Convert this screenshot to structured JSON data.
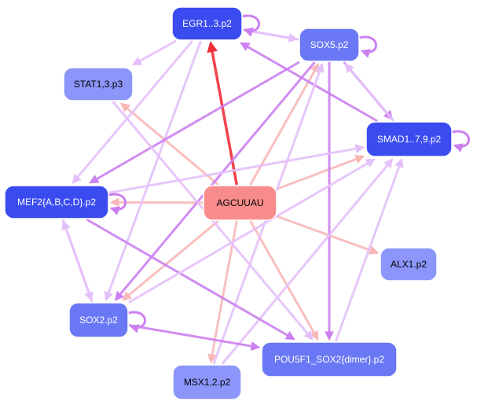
{
  "colors": {
    "center_fill": "#f88c8c",
    "dark_fill": "#3a4cf0",
    "mid_fill": "#6a78f5",
    "light_fill": "#8c96fa",
    "border": "#ffffff",
    "edge_red_strong": "#f03038",
    "edge_red_light": "#f8b8b8",
    "edge_purple": "#cc80f0",
    "edge_purple_light": "#e4c0fa"
  },
  "nodes": [
    {
      "id": "center",
      "label": "AGCUUAU",
      "fill": "center_fill",
      "text": "#000000"
    },
    {
      "id": "egr1",
      "label": "EGR1..3.p2",
      "fill": "dark_fill",
      "text": "#ffffff"
    },
    {
      "id": "sox5",
      "label": "SOX5.p2",
      "fill": "mid_fill",
      "text": "#ffffff"
    },
    {
      "id": "stat1",
      "label": "STAT1,3.p3",
      "fill": "light_fill",
      "text": "#000000"
    },
    {
      "id": "smad",
      "label": "SMAD1..7,9.p2",
      "fill": "dark_fill",
      "text": "#ffffff"
    },
    {
      "id": "mef2",
      "label": "MEF2{A,B,C,D}.p2",
      "fill": "dark_fill",
      "text": "#ffffff"
    },
    {
      "id": "alx1",
      "label": "ALX1.p2",
      "fill": "light_fill",
      "text": "#000000"
    },
    {
      "id": "sox2",
      "label": "SOX2.p2",
      "fill": "mid_fill",
      "text": "#ffffff"
    },
    {
      "id": "pou5f1",
      "label": "POU5F1_SOX2{dimer}.p2",
      "fill": "mid_fill",
      "text": "#ffffff"
    },
    {
      "id": "msx1",
      "label": "MSX1,2.p2",
      "fill": "light_fill",
      "text": "#000000"
    }
  ],
  "edges": [
    {
      "from": "center",
      "to": "egr1",
      "style": "red_strong"
    },
    {
      "from": "center",
      "to": "stat1",
      "style": "red_light"
    },
    {
      "from": "center",
      "to": "sox5",
      "style": "red_light"
    },
    {
      "from": "center",
      "to": "smad",
      "style": "red_light"
    },
    {
      "from": "center",
      "to": "mef2",
      "style": "red_light"
    },
    {
      "from": "center",
      "to": "alx1",
      "style": "red_light"
    },
    {
      "from": "center",
      "to": "sox2",
      "style": "red_light"
    },
    {
      "from": "center",
      "to": "pou5f1",
      "style": "red_light"
    },
    {
      "from": "center",
      "to": "msx1",
      "style": "red_light"
    },
    {
      "from": "egr1",
      "to": "sox5",
      "style": "purple_light"
    },
    {
      "from": "sox5",
      "to": "egr1",
      "style": "purple_light"
    },
    {
      "from": "egr1",
      "to": "stat1",
      "style": "purple_light"
    },
    {
      "from": "egr1",
      "to": "mef2",
      "style": "purple_light"
    },
    {
      "from": "egr1",
      "to": "sox2",
      "style": "purple_light"
    },
    {
      "from": "smad",
      "to": "egr1",
      "style": "purple"
    },
    {
      "from": "sox5",
      "to": "smad",
      "style": "purple"
    },
    {
      "from": "smad",
      "to": "sox5",
      "style": "purple_light"
    },
    {
      "from": "sox5",
      "to": "mef2",
      "style": "purple"
    },
    {
      "from": "sox5",
      "to": "sox2",
      "style": "purple"
    },
    {
      "from": "sox5",
      "to": "pou5f1",
      "style": "purple"
    },
    {
      "from": "msx1",
      "to": "sox5",
      "style": "purple_light"
    },
    {
      "from": "msx1",
      "to": "smad",
      "style": "purple_light"
    },
    {
      "from": "mef2",
      "to": "smad",
      "style": "purple_light"
    },
    {
      "from": "mef2",
      "to": "sox2",
      "style": "purple_light"
    },
    {
      "from": "sox2",
      "to": "mef2",
      "style": "purple_light"
    },
    {
      "from": "mef2",
      "to": "pou5f1",
      "style": "purple"
    },
    {
      "from": "sox2",
      "to": "pou5f1",
      "style": "purple"
    },
    {
      "from": "pou5f1",
      "to": "smad",
      "style": "purple_light"
    },
    {
      "from": "sox2",
      "to": "smad",
      "style": "purple_light"
    },
    {
      "from": "stat1",
      "to": "pou5f1",
      "style": "purple_light"
    }
  ],
  "self_loops": [
    "egr1",
    "sox5",
    "smad",
    "mef2",
    "sox2"
  ]
}
